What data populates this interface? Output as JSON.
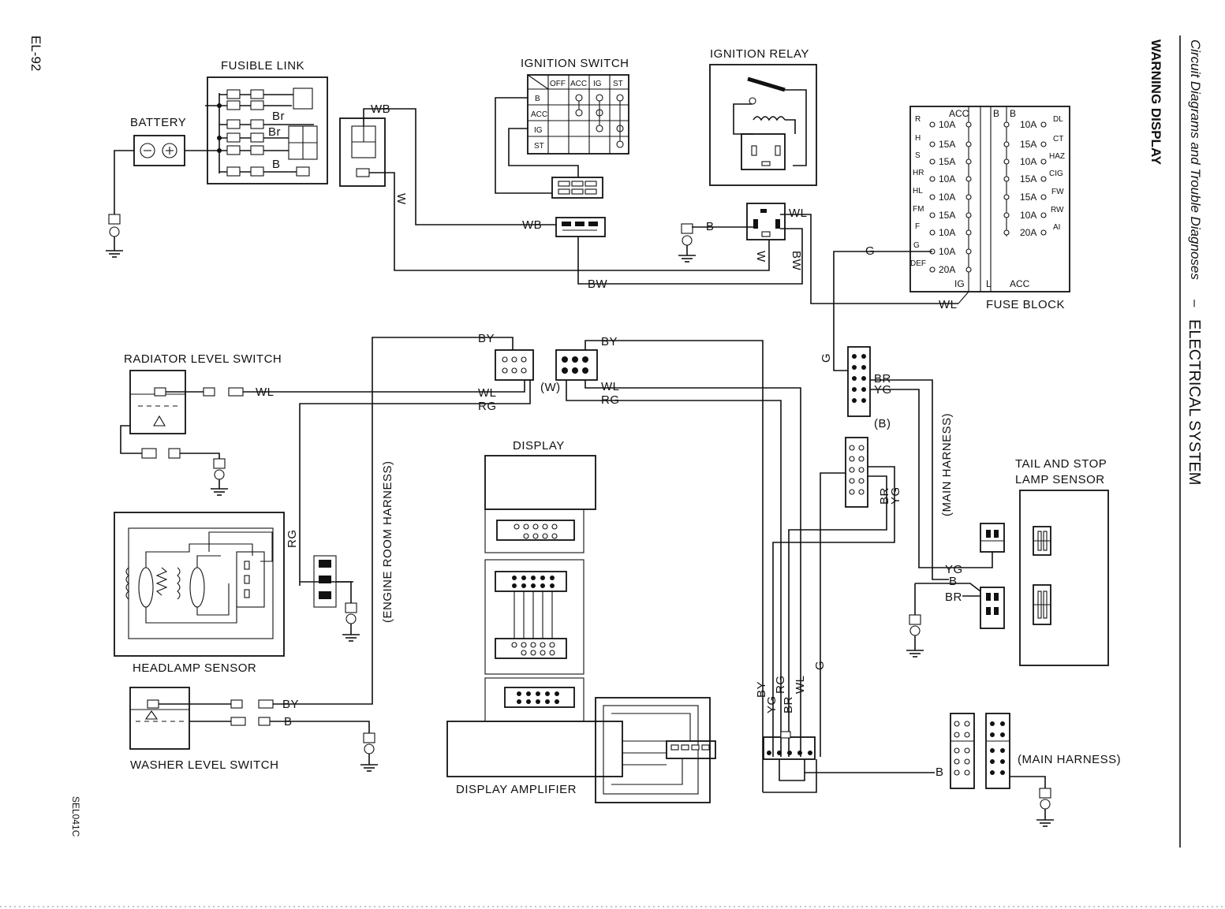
{
  "page": {
    "page_number": "EL-92",
    "figure_code": "SEL041C",
    "header_italic": "Circuit Diagrams and Trouble Diagnoses",
    "header_dash": "–",
    "header_section": "ELECTRICAL SYSTEM",
    "page_title": "WARNING DISPLAY"
  },
  "components": {
    "fusible_link": "FUSIBLE LINK",
    "battery": "BATTERY",
    "ignition_switch": "IGNITION SWITCH",
    "ignition_relay": "IGNITION RELAY",
    "fuse_block": "FUSE BLOCK",
    "radiator_level_switch": "RADIATOR LEVEL SWITCH",
    "headlamp_sensor": "HEADLAMP SENSOR",
    "washer_level_switch": "WASHER LEVEL SWITCH",
    "display": "DISPLAY",
    "display_amplifier": "DISPLAY AMPLIFIER",
    "tail_stop_line1": "TAIL AND STOP",
    "tail_stop_line2": "LAMP SENSOR",
    "engine_room_harness": "(ENGINE ROOM HARNESS)",
    "main_harness_vertical": "(MAIN HARNESS)",
    "main_harness_lower": "(MAIN HARNESS)",
    "connector_w": "(W)",
    "connector_b": "(B)"
  },
  "ignition_switch_table": {
    "columns": [
      "OFF",
      "ACC",
      "IG",
      "ST"
    ],
    "rows": [
      "B",
      "ACC",
      "IG",
      "ST"
    ]
  },
  "fusible_link_wires": {
    "br1": "Br",
    "br2": "Br",
    "b": "B"
  },
  "fuse_block": {
    "left_header": "ACC",
    "right_header_b1": "B",
    "right_header_b2": "B",
    "footer_ig": "IG",
    "footer_l": "L",
    "footer_acc": "ACC",
    "left": [
      {
        "label": "R",
        "rating": "10A"
      },
      {
        "label": "H",
        "rating": "15A"
      },
      {
        "label": "S",
        "rating": "15A"
      },
      {
        "label": "HR",
        "rating": "10A"
      },
      {
        "label": "HL",
        "rating": "10A"
      },
      {
        "label": "FM",
        "rating": "15A"
      },
      {
        "label": "F",
        "rating": "10A"
      },
      {
        "label": "G",
        "rating": "10A"
      },
      {
        "label": "DEF",
        "rating": "20A"
      }
    ],
    "right": [
      {
        "label": "DL",
        "rating": "10A"
      },
      {
        "label": "CT",
        "rating": "15A"
      },
      {
        "label": "HAZ",
        "rating": "10A"
      },
      {
        "label": "CIG",
        "rating": "15A"
      },
      {
        "label": "FW",
        "rating": "15A"
      },
      {
        "label": "RW",
        "rating": "10A"
      },
      {
        "label": "AI",
        "rating": "20A"
      }
    ]
  },
  "wire_codes": {
    "wb_top": "WB",
    "wb_mid": "WB",
    "w_vert": "W",
    "bw": "BW",
    "b_relay": "B",
    "wl_relay": "WL",
    "w_relay": "W",
    "bw_relay": "BW",
    "g_fuse": "G",
    "wl_fuse": "WL",
    "by_left": "BY",
    "by_right": "BY",
    "wl_left": "WL",
    "rg_left": "RG",
    "wl_right": "WL",
    "rg_right": "RG",
    "wl_radiator": "WL",
    "rg_headlamp": "RG",
    "by_washer": "BY",
    "b_washer": "B",
    "g_vert": "G",
    "br_b": "BR",
    "yg_b": "YG",
    "br_conn2": "BR",
    "yg_conn2": "YG",
    "yg_tail": "YG",
    "b_tail": "B",
    "br_tail": "BR",
    "bottom_by": "BY",
    "bottom_yg": "YG",
    "bottom_rg": "RG",
    "bottom_br": "BR",
    "bottom_wl": "WL",
    "bottom_g": "G",
    "b_bottom": "B"
  }
}
